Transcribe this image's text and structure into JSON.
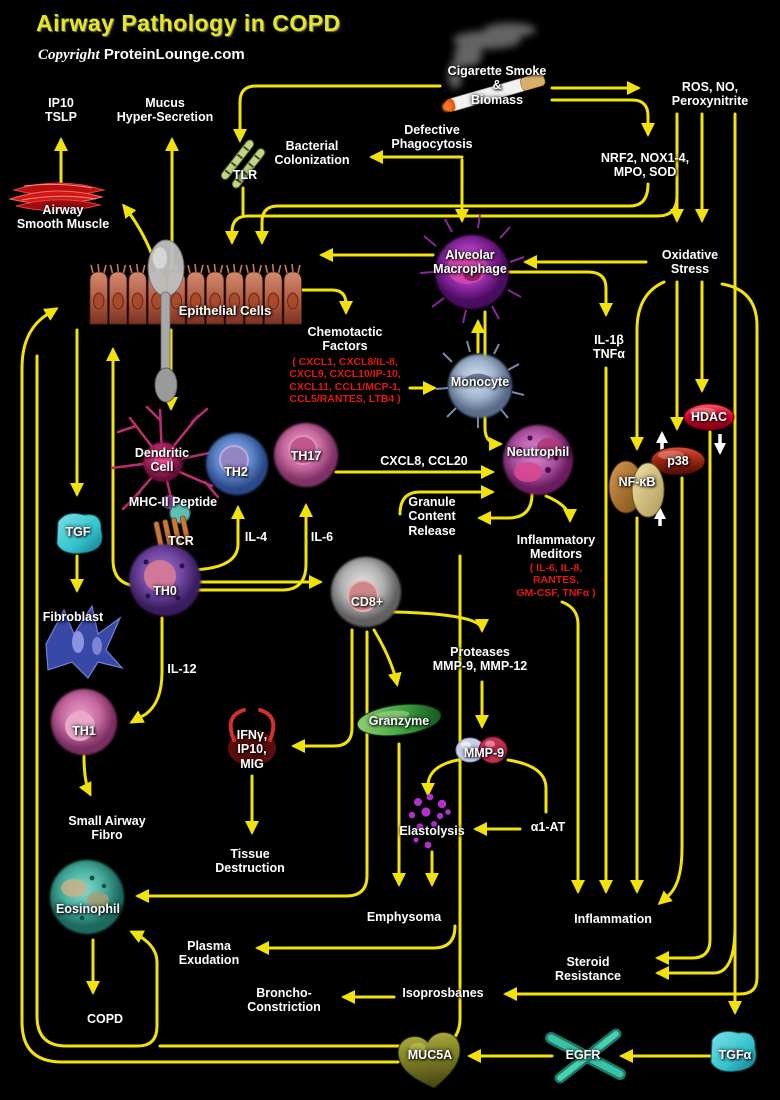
{
  "header": {
    "title": "Airway Pathology in COPD",
    "copyright_prefix": "Copyright",
    "copyright_brand": "ProteinLounge.com"
  },
  "palette": {
    "background": "#000000",
    "arrow_yellow": "#f0e20a",
    "label_white": "#ffffff",
    "list_red": "#e21818",
    "title_yellow": "#e6e81c",
    "hdac_red": "#cc0022",
    "p38_dark_red": "#8b1a0a",
    "nfkb_tan": "#d8c878",
    "cyan_blob": "#35c2cc",
    "granzyme_green": "#3a9a40",
    "muc5a_olive": "#8f8f2a",
    "egfr_teal": "#2fae96"
  },
  "nodes": {
    "ip10_tslp": "IP10\nTSLP",
    "mucus": "Mucus\nHyper-Secretion",
    "cigarette": "Cigarette Smoke\n&\nBiomass",
    "ros": "ROS, NO,\nPeroxynitrite",
    "defective_phagocytosis": "Defective\nPhagocytosis",
    "bacterial_colonization": "Bacterial\nColonization",
    "tlr": "TLR",
    "nrf2": "NRF2, NOX1-4,\nMPO, SOD",
    "airway_smooth_muscle": "Airway\nSmooth Muscle",
    "epithelial_cells": "Epithelial Cells",
    "alveolar_macrophage": "Alveolar\nMacrophage",
    "oxidative_stress": "Oxidative\nStress",
    "chemotactic_header": "Chemotactic\nFactors",
    "chemotactic_list": "( CXCL1, CXCL8/IL-8,\nCXCL9, CXCL10/IP-10,\nCXCL11, CCL1/MCP-1,\nCCL5/RANTES, LTB4 )",
    "monocyte": "Monocyte",
    "il1b_tnfa": "IL-1β\nTNFα",
    "hdac": "HDAC",
    "p38": "p38",
    "nfkb": "NF-κB",
    "dendritic_cell": "Dendritic\nCell",
    "th2": "TH2",
    "th17": "TH17",
    "cxcl8_ccl20": "CXCL8, CCL20",
    "neutrophil": "Neutrophil",
    "mhc2_peptide": "MHC-II Peptide",
    "tgf": "TGF",
    "tcr": "TCR",
    "il4": "IL-4",
    "il6": "IL-6",
    "granule_release": "Granule\nContent\nRelease",
    "inflammatory_header": "Inflammatory\nMeditors",
    "inflammatory_list": "( IL-6, IL-8,\nRANTES,\nGM-CSF, TNFα )",
    "th0": "TH0",
    "cd8": "CD8+",
    "fibroblast": "Fibroblast",
    "il12": "IL-12",
    "th1": "TH1",
    "ifn_block": "IFNγ,\nIP10,\nMIG",
    "granzyme": "Granzyme",
    "proteases": "Proteases\nMMP-9, MMP-12",
    "mmp9": "MMP-9",
    "small_airway_fibro": "Small Airway\nFibro",
    "tissue_destruction": "Tissue\nDestruction",
    "eosinophil": "Eosinophil",
    "elastolysis": "Elastolysis",
    "a1_at": "α1-AT",
    "emphysoma": "Emphysoma",
    "inflammation": "Inflammation",
    "plasma_exudation": "Plasma\nExudation",
    "steroid_resistance": "Steroid\nResistance",
    "broncho_constriction": "Broncho-\nConstriction",
    "isoprosbanes": "Isoprosbanes",
    "copd": "COPD",
    "muc5a": "MUC5A",
    "egfr": "EGFR",
    "tgfa": "TGFα"
  },
  "icons": {
    "cigarette-icon": "white cigarette with gray smoke and glowing tip",
    "tlr-icon": "two striped green receptor rods",
    "airway-smooth-muscle-icon": "red spindle muscle bundle",
    "epithelial-cells-icon": "row of ciliated columnar cells with gray goblet gland",
    "alveolar-macrophage-icon": "purple fuzzy macrophage cell",
    "monocyte-icon": "blue-gray monocyte cell",
    "dendritic-cell-icon": "magenta branched dendritic cell",
    "th2-icon": "blue lymphocyte",
    "th17-icon": "pink lymphocyte",
    "neutrophil-icon": "violet neutrophil with lobed nucleus",
    "th0-icon": "purple lymphocyte",
    "cd8-icon": "gray cytotoxic T cell",
    "fibroblast-icon": "blue spiky fibroblast",
    "th1-icon": "pink lymphocyte",
    "eosinophil-icon": "teal eosinophil with granules",
    "tcr-icon": "orange receptor comb with teal vesicle",
    "tgf-icon": "cyan protein blob",
    "tgfa-icon": "cyan protein blob",
    "granzyme-icon": "green enzyme blob",
    "mmp9-icon": "red and blue enzyme dimer",
    "elastolysis-icon": "scattered purple elastin fragments",
    "ifn-icon": "red horned molecule cluster",
    "muc5a-icon": "olive heart-shaped mucin",
    "egfr-icon": "crossed teal receptor ribbons",
    "hdac-pill-icon": "glossy red oval",
    "p38-pill-icon": "dark red oval",
    "nfkb-icon": "brown and tan dimer lobes",
    "up-arrow-icon": "white increase arrow",
    "down-arrow-icon": "white decrease arrow"
  }
}
